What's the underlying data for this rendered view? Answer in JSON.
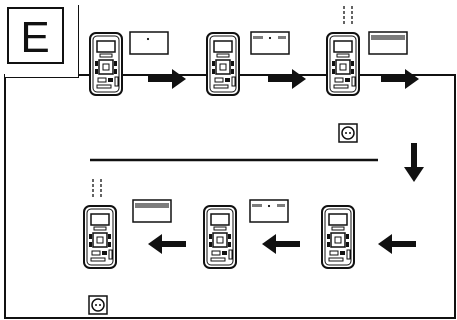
{
  "step_label": "E",
  "icons": {
    "device": "stud-finder-device",
    "display": "display-bars",
    "direction": "arrow",
    "socket": "electrical-socket",
    "wire": "live-wire"
  },
  "steps": [
    {
      "id": "top-1",
      "display_signal": 0,
      "arrow": "right",
      "socket": false,
      "wire": false
    },
    {
      "id": "top-2",
      "display_signal": 1,
      "arrow": "right",
      "socket": false,
      "wire": false
    },
    {
      "id": "top-3",
      "display_signal": 2,
      "arrow": "right",
      "socket": true,
      "wire": true
    },
    {
      "id": "bottom-1",
      "display_signal": 2,
      "arrow": "left",
      "socket": true,
      "wire": true
    },
    {
      "id": "bottom-2",
      "display_signal": 1,
      "arrow": "left",
      "socket": false,
      "wire": false
    },
    {
      "id": "bottom-3",
      "display_signal": null,
      "arrow": "left",
      "socket": false,
      "wire": false
    }
  ],
  "colors": {
    "line": "#111111",
    "background": "#ffffff"
  }
}
